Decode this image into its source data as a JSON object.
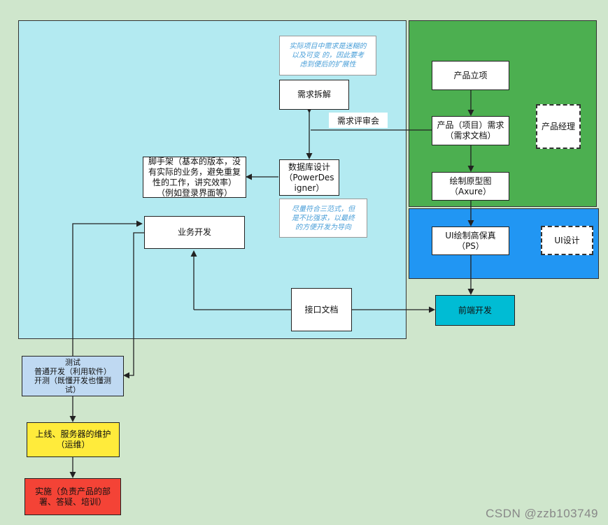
{
  "colors": {
    "dev_region": "#b3eaf1",
    "product_region": "#4caf50",
    "ui_region": "#2196f3",
    "frontend": "#00bcd4",
    "test": "#bfd9f2",
    "ops": "#ffeb3b",
    "impl": "#f44336",
    "note_text": "#4a9fd8"
  },
  "product": {
    "initiation": "产品立项",
    "requirement": "产品（项目）需求\n（需求文档）",
    "prototype": "绘制原型图\n（Axure）",
    "role": "产品经理"
  },
  "ui": {
    "design": "UI绘制高保真\n（PS）",
    "role": "UI设计"
  },
  "dev": {
    "note_requirements": "实际项目中需求是迷糊的\n以及可变 的，因此要考\n虑到便后的扩展性",
    "decompose": "需求拆解",
    "review": "需求评审会",
    "database": "数据库设计\n（PowerDes\nigner）",
    "note_database": "尽量符合三范式，但\n是不比强求，以最终\n的方便开发为导向",
    "scaffold": "脚手架（基本的版本，没\n有实际的业务，避免重复\n性的工作，讲究效率）\n（例如登录界面等）",
    "business": "业务开发",
    "api_doc": "接口文档"
  },
  "frontend": "前端开发",
  "test": "测试\n普通开发（利用软件）\n开测（既懂开发也懂测\n试）",
  "ops": "上线、服务器的维护\n（运维）",
  "impl": "实施（负责产品的部\n署、答疑、培训）",
  "watermark": "CSDN @zzb103749"
}
